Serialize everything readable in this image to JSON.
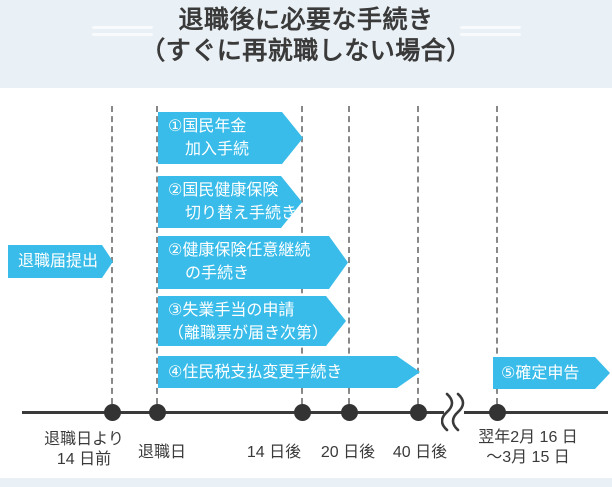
{
  "title": {
    "line1": "退職後に必要な手続き",
    "line2": "（すぐに再就職しない場合）"
  },
  "colors": {
    "accent_cyan": "#39bce9",
    "band_background": "#eaf1f6",
    "text_dark": "#3a3a3a",
    "timeline_line": "#3a3a3a",
    "dashed_guide": "#888888",
    "arrow_text": "#ffffff"
  },
  "process_arrows": [
    {
      "id": "resignation-letter",
      "label_lines": [
        "退職届提出"
      ]
    },
    {
      "id": "pension",
      "label_lines": [
        "①国民年金",
        "加入手続"
      ]
    },
    {
      "id": "national-health-insurance",
      "label_lines": [
        "②国民健康保険",
        "切り替え手続き"
      ]
    },
    {
      "id": "voluntary-continuation",
      "label_lines": [
        "②健康保険任意継続",
        "の手続き"
      ]
    },
    {
      "id": "unemployment-benefit",
      "label_lines": [
        "③失業手当の申請",
        "（離職票が届き次第）"
      ]
    },
    {
      "id": "resident-tax",
      "label_lines": [
        "④住民税支払変更手続き"
      ]
    },
    {
      "id": "tax-return",
      "label_lines": [
        "⑤確定申告"
      ]
    }
  ],
  "timeline": {
    "milestones": [
      {
        "label_lines": [
          "退職日より",
          "14 日前"
        ]
      },
      {
        "label_lines": [
          "退職日"
        ]
      },
      {
        "label_lines": [
          "14 日後"
        ]
      },
      {
        "label_lines": [
          "20 日後"
        ]
      },
      {
        "label_lines": [
          "40 日後"
        ]
      },
      {
        "label_lines": [
          "翌年2月 16 日",
          "～3月 15 日"
        ]
      }
    ]
  }
}
